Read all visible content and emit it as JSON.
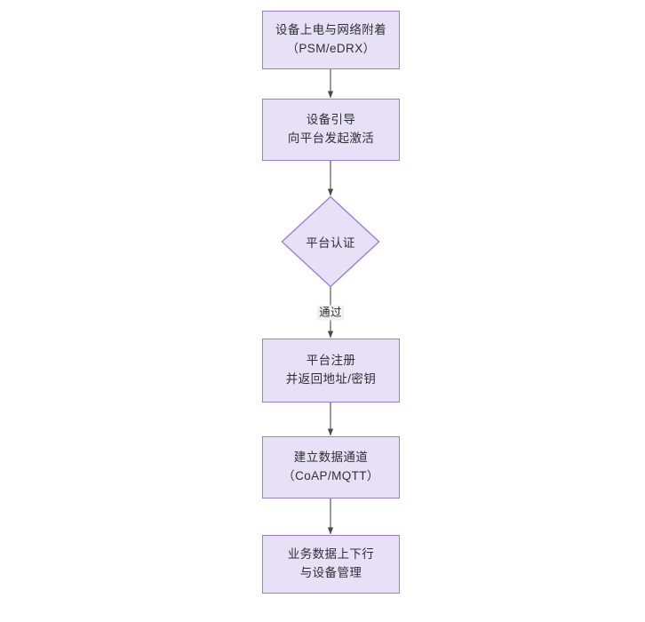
{
  "diagram": {
    "type": "flowchart",
    "orientation": "top-to-bottom",
    "title": "",
    "background_color": "#ffffff",
    "node_fill_color": "#e6e1f7",
    "node_border_color": "#9c7fd4",
    "text_color": "#2f2f33",
    "edge_color": "#4a4a4a",
    "nodes": [
      {
        "id": "n1",
        "shape": "rect",
        "lines": [
          "设备上电与网络附着",
          "（PSM/eDRX）"
        ]
      },
      {
        "id": "n2",
        "shape": "rect",
        "lines": [
          "设备引导",
          "向平台发起激活"
        ]
      },
      {
        "id": "n3",
        "shape": "diamond",
        "lines": [
          "平台认证"
        ]
      },
      {
        "id": "n4",
        "shape": "rect",
        "lines": [
          "平台注册",
          "并返回地址/密钥"
        ]
      },
      {
        "id": "n5",
        "shape": "rect",
        "lines": [
          "建立数据通道",
          "（CoAP/MQTT）"
        ]
      },
      {
        "id": "n6",
        "shape": "rect",
        "lines": [
          "业务数据上下行",
          "与设备管理"
        ]
      }
    ],
    "edges": [
      {
        "id": "e1",
        "from": "n1",
        "to": "n2",
        "label": ""
      },
      {
        "id": "e2",
        "from": "n2",
        "to": "n3",
        "label": ""
      },
      {
        "id": "e3",
        "from": "n3",
        "to": "n4",
        "label": "通过"
      },
      {
        "id": "e4",
        "from": "n4",
        "to": "n5",
        "label": ""
      },
      {
        "id": "e5",
        "from": "n5",
        "to": "n6",
        "label": ""
      }
    ]
  }
}
